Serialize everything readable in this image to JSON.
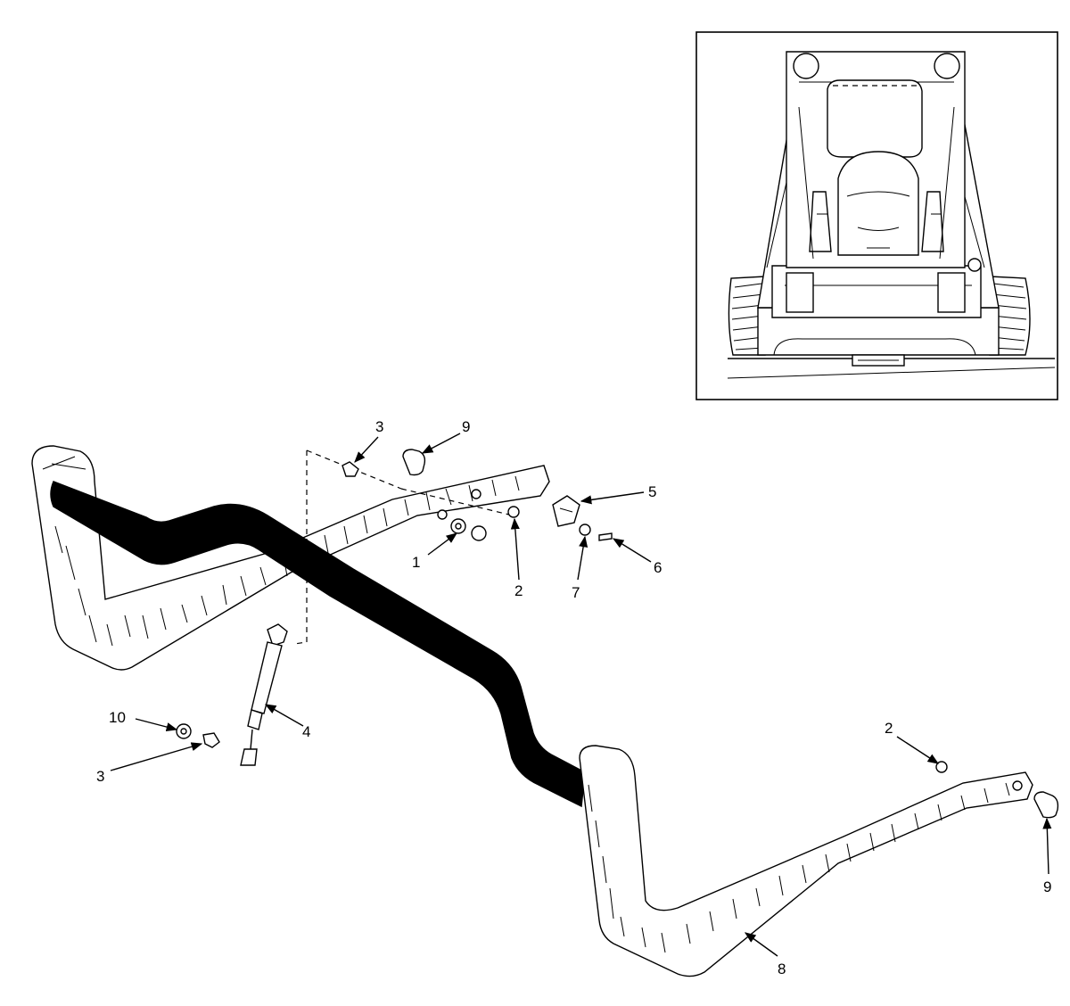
{
  "callouts": [
    {
      "id": "c1",
      "label": "1"
    },
    {
      "id": "c2a",
      "label": "2"
    },
    {
      "id": "c2b",
      "label": "2"
    },
    {
      "id": "c3a",
      "label": "3"
    },
    {
      "id": "c3b",
      "label": "3"
    },
    {
      "id": "c4",
      "label": "4"
    },
    {
      "id": "c5",
      "label": "5"
    },
    {
      "id": "c6",
      "label": "6"
    },
    {
      "id": "c7",
      "label": "7"
    },
    {
      "id": "c8",
      "label": "8"
    },
    {
      "id": "c9a",
      "label": "9"
    },
    {
      "id": "c9b",
      "label": "9"
    },
    {
      "id": "c10",
      "label": "10"
    }
  ],
  "colors": {
    "ink": "#000000",
    "paper": "#ffffff"
  }
}
